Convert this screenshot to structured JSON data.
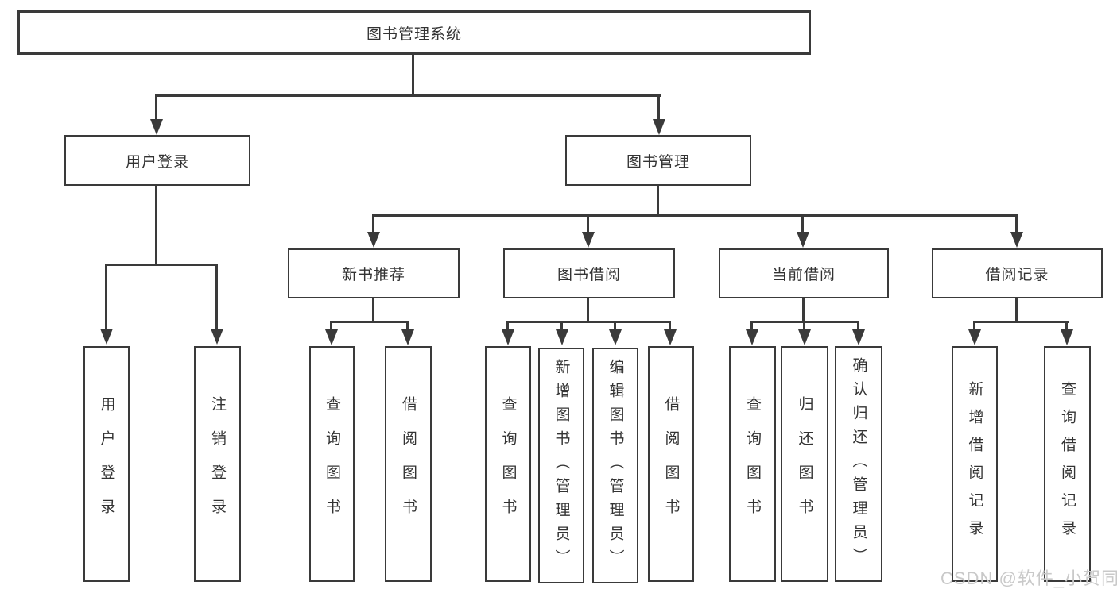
{
  "colors": {
    "background": "#ffffff",
    "line": "#3a3a3a",
    "box_border": "#3a3a3a",
    "text": "#333333",
    "watermark": "#c9c9c9"
  },
  "tree": {
    "root": "图书管理系统",
    "branches": [
      {
        "label": "用户登录",
        "children": [
          "用户登录",
          "注销登录"
        ]
      },
      {
        "label": "图书管理",
        "sections": [
          {
            "label": "新书推荐",
            "children": [
              "查询图书",
              "借阅图书"
            ]
          },
          {
            "label": "图书借阅",
            "children": [
              "查询图书",
              "新增图书（管理员）",
              "编辑图书（管理员）",
              "借阅图书"
            ]
          },
          {
            "label": "当前借阅",
            "children": [
              "查询图书",
              "归还图书",
              "确认归还（管理员）"
            ]
          },
          {
            "label": "借阅记录",
            "children": [
              "新增借阅记录",
              "查询借阅记录"
            ]
          }
        ]
      }
    ]
  },
  "watermark": {
    "text": "CSDN @软件_小贺同学"
  }
}
